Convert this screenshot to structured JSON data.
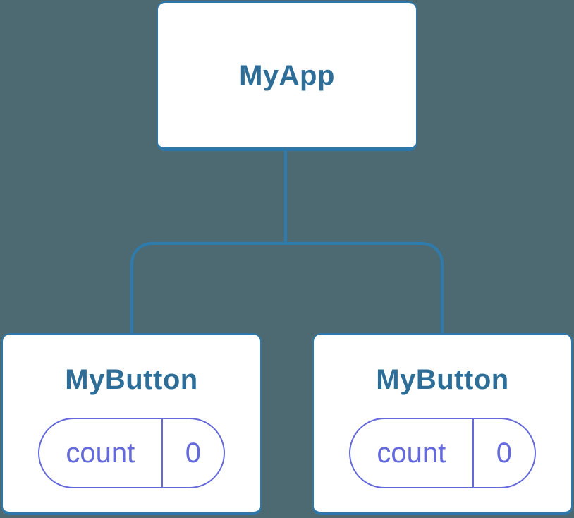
{
  "diagram": {
    "colors": {
      "background": "#4d6a73",
      "node_fill": "#ffffff",
      "node_border": "#2e77a8",
      "connector": "#2e7bad",
      "component_text": "#2d6e99",
      "state_accent": "#6469dc"
    },
    "root": {
      "label": "MyApp"
    },
    "children": [
      {
        "label": "MyButton",
        "state": {
          "key": "count",
          "value": "0"
        }
      },
      {
        "label": "MyButton",
        "state": {
          "key": "count",
          "value": "0"
        }
      }
    ]
  }
}
